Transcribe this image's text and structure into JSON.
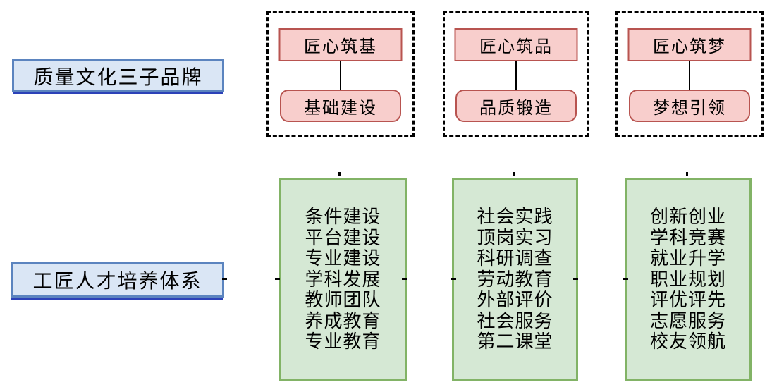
{
  "labels": {
    "brand_system": "质量文化三子品牌",
    "talent_system": "工匠人才培养体系"
  },
  "brand_groups": [
    {
      "title": "匠心筑基",
      "subtitle": "基础建设"
    },
    {
      "title": "匠心筑品",
      "subtitle": "品质锻造"
    },
    {
      "title": "匠心筑梦",
      "subtitle": "梦想引领"
    }
  ],
  "talent_columns": [
    {
      "items": [
        "条件建设",
        "平台建设",
        "专业建设",
        "学科发展",
        "教师团队",
        "养成教育",
        "专业教育"
      ]
    },
    {
      "items": [
        "社会实践",
        "顶岗实习",
        "科研调查",
        "劳动教育",
        "外部评价",
        "社会服务",
        "第二课堂"
      ]
    },
    {
      "items": [
        "创新创业",
        "学科竞赛",
        "就业升学",
        "职业规划",
        "评优评先",
        "志愿服务",
        "校友领航"
      ]
    }
  ],
  "colors": {
    "label_fill": "#dae6f5",
    "label_border": "#5b84bf",
    "label_shadow": "#2c41b8",
    "pink_fill": "#f8cecc",
    "pink_border": "#b85450",
    "green_fill": "#d5e8d4",
    "green_border": "#82b366",
    "dashed_border": "#000000",
    "background": "#ffffff"
  }
}
